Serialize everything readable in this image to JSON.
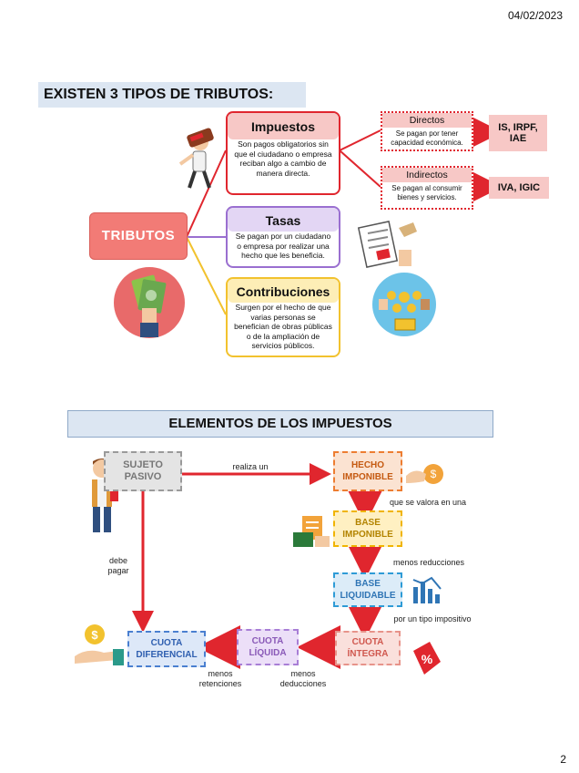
{
  "header": {
    "date": "04/02/2023"
  },
  "footer": {
    "page_number": "2"
  },
  "section1": {
    "title": "EXISTEN 3 TIPOS DE TRIBUTOS:",
    "root": "TRIBUTOS",
    "impuestos": {
      "title": "Impuestos",
      "desc": "Son pagos obligatorios sin que el ciudadano o empresa reciban algo a cambio de manera directa."
    },
    "tasas": {
      "title": "Tasas",
      "desc": "Se pagan por un ciudadano o empresa por realizar una hecho que les beneficia."
    },
    "contribuciones": {
      "title": "Contribuciones",
      "desc": "Surgen por el hecho de que varias personas se benefician de obras públicas o de la ampliación de servicios públicos."
    },
    "directos": {
      "title": "Directos",
      "desc": "Se pagan por tener capacidad económica.",
      "examples": "IS, IRPF, IAE"
    },
    "indirectos": {
      "title": "Indirectos",
      "desc": "Se pagan al consumir bienes y servicios.",
      "examples": "IVA, IGIC"
    },
    "icons": [
      "tax-man-icon",
      "money-hand-icon",
      "tax-document-icon",
      "coins-hands-icon"
    ]
  },
  "section2": {
    "title": "ELEMENTOS DE LOS IMPUESTOS",
    "sujeto": "SUJETO PASIVO",
    "hecho": "HECHO IMPONIBLE",
    "base_imponible": "BASE IMPONIBLE",
    "base_liquidable": "BASE LIQUIDABLE",
    "cuota_integra": "CUOTA ÍNTEGRA",
    "cuota_liquida": "CUOTA LÍQUIDA",
    "cuota_diferencial": "CUOTA DIFERENCIAL",
    "labels": {
      "realiza": "realiza un",
      "valora": "que se valora en una",
      "reducciones": "menos reducciones",
      "tipo": "por un tipo impositivo",
      "deducciones": "menos deducciones",
      "retenciones": "menos retenciones",
      "debe_pagar": "debe pagar"
    },
    "icons": [
      "person-icon",
      "coin-hand-icon",
      "invoice-hand-icon",
      "bar-chart-icon",
      "percent-tag-icon",
      "payment-hand-icon"
    ]
  },
  "colors": {
    "red": "#e0262e",
    "purple": "#9a6fd0",
    "yellow": "#f2c22e",
    "title_bg": "#dce6f2"
  }
}
